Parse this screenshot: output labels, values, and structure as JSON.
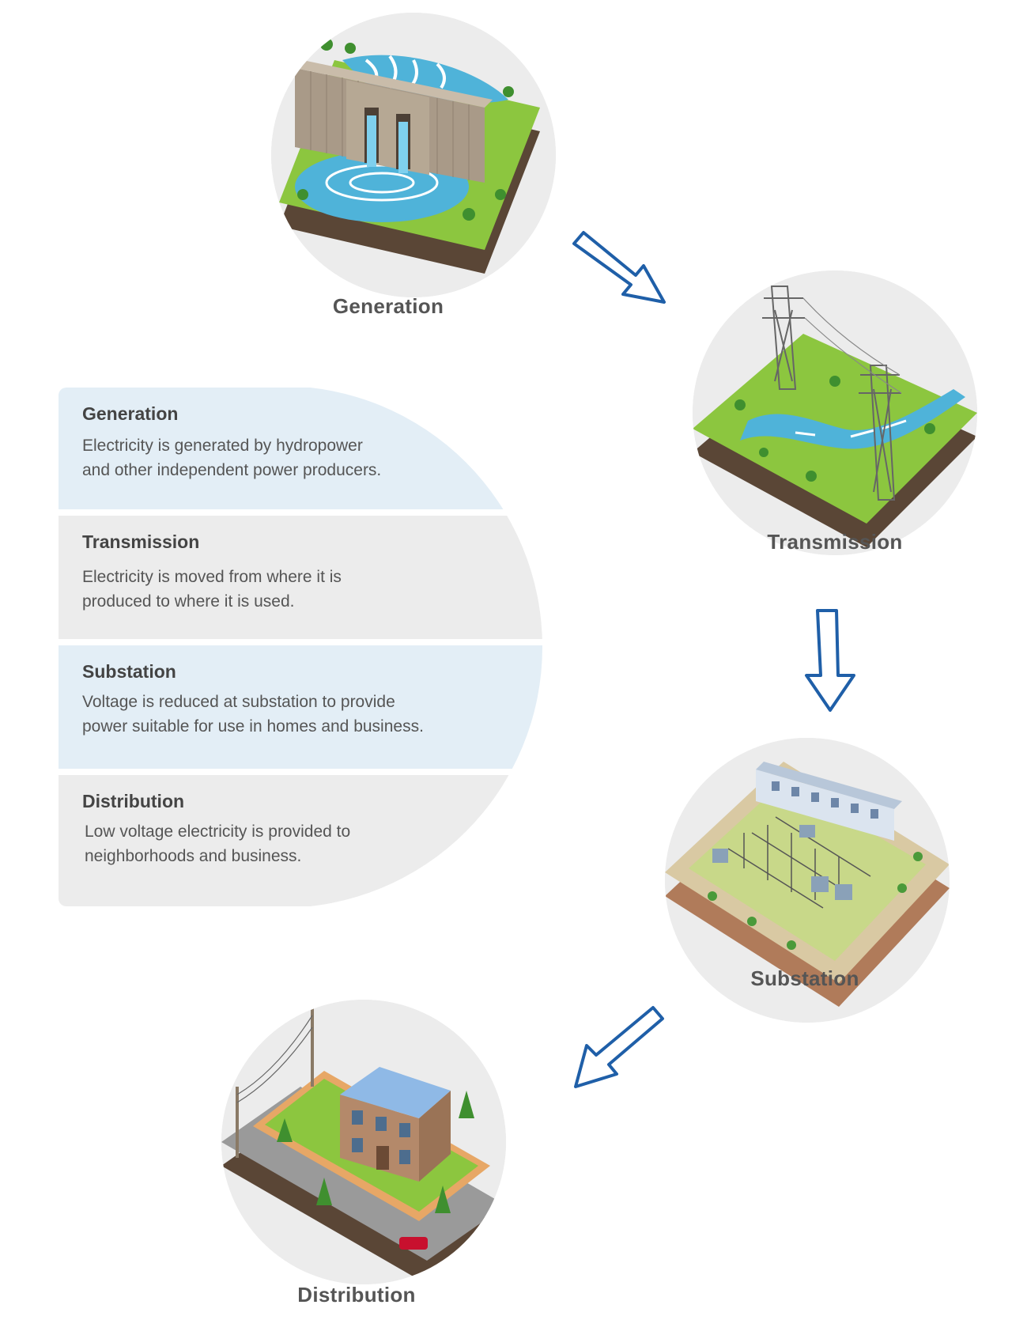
{
  "stages": {
    "generation": {
      "label": "Generation"
    },
    "transmission": {
      "label": "Transmission"
    },
    "substation": {
      "label": "Substation"
    },
    "distribution": {
      "label": "Distribution"
    }
  },
  "info": [
    {
      "title": "Generation",
      "desc_line1": "Electricity is generated by hydropower",
      "desc_line2": "and other independent power producers."
    },
    {
      "title": "Transmission",
      "desc_line1": "Electricity is moved from where it is",
      "desc_line2": "produced to where it is used."
    },
    {
      "title": "Substation",
      "desc_line1": "Voltage is reduced at substation to provide",
      "desc_line2": "power suitable for use in homes and business."
    },
    {
      "title": "Distribution",
      "desc_line1": "Low voltage electricity is provided to",
      "desc_line2": "neighborhoods and business."
    }
  ],
  "colors": {
    "arrow": "#1f5fa8",
    "panel_blue": "#e3eef6",
    "panel_gray": "#ececec",
    "grass": "#8cc63f",
    "water": "#4fb3d9",
    "soil": "#5a4636"
  },
  "icons": [
    "dam-scene-icon",
    "transmission-tower-scene-icon",
    "substation-scene-icon",
    "house-scene-icon",
    "flow-arrow-icon"
  ]
}
